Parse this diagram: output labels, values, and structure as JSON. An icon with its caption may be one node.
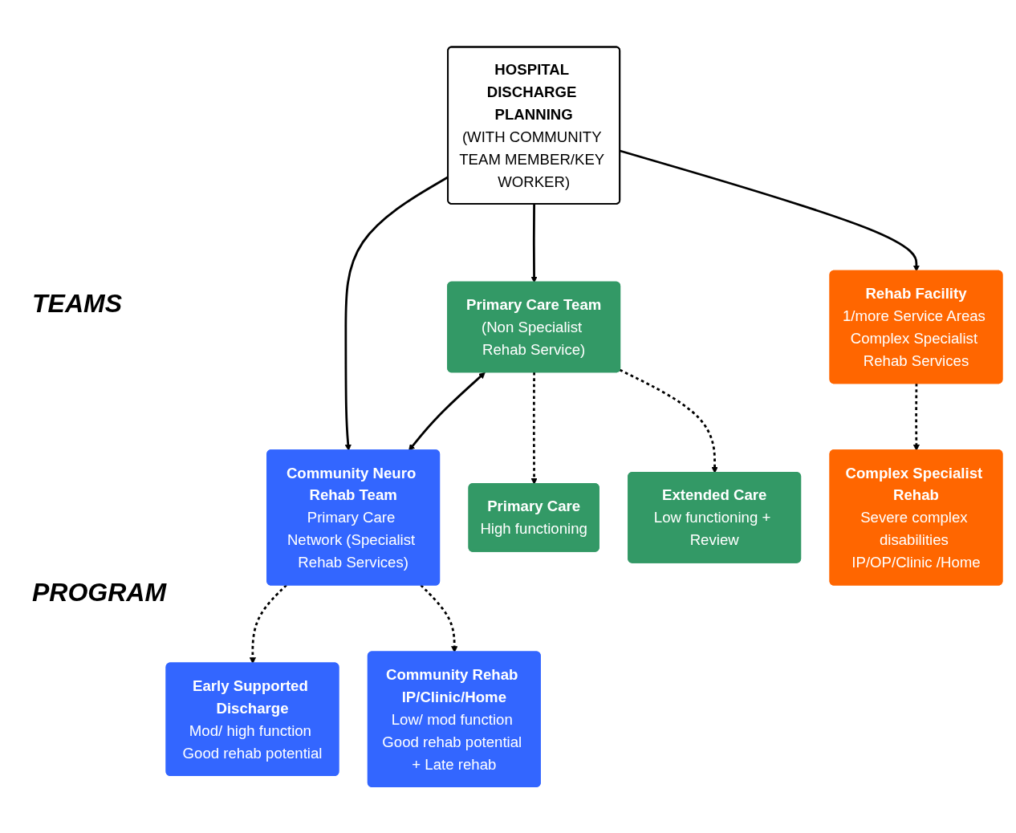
{
  "diagram": {
    "nodes": [
      {
        "text": [
          "HOSPITAL DISCHARGE PLANNING",
          "(WITH COMMUNITY TEAM MEMBER/KEY WORKER)"
        ]
      },
      {
        "text": [
          "Primary Care Team",
          "(Non Specialist Rehab Service)"
        ]
      },
      {
        "text": [
          "Community Neuro Rehab Team",
          "Primary Care Network (Specialist Rehab Services)"
        ]
      },
      {
        "text": [
          "Rehab Facility",
          "1/more Service Areas Complex Specialist Rehab Services"
        ]
      },
      {
        "text": [
          "Primary Care",
          "High functioning"
        ]
      },
      {
        "text": [
          "Extended Care",
          "Low functioning + Review"
        ]
      },
      {
        "text": [
          "Early Supported Discharge",
          "Mod/ high function Good rehab potential"
        ]
      },
      {
        "text": [
          "Community Rehab IP/Clinic/Home",
          "Low/ mod function Good rehab potential + Late rehab"
        ]
      },
      {
        "text": [
          "Complex Specialist Rehab",
          "Severe complex disabilities IP/OP/Clinic /Home"
        ]
      }
    ],
    "edges": [
      {
        "from": 0,
        "to": 1,
        "arrow": "to"
      },
      {
        "from": 0,
        "to": 2,
        "arrow": "to"
      },
      {
        "from": 0,
        "to": 3,
        "arrow": "to"
      },
      {
        "from": 1,
        "to": 2,
        "arrow": "both"
      },
      {
        "from": 1,
        "to": 4,
        "arrow": "to",
        "style": "dashed"
      },
      {
        "from": 1,
        "to": 5,
        "arrow": "to",
        "style": "dashed"
      },
      {
        "from": 2,
        "to": 6,
        "arrow": "to",
        "style": "dashed"
      },
      {
        "from": 2,
        "to": 7,
        "arrow": "to",
        "style": "dashed"
      },
      {
        "from": 3,
        "to": 8,
        "arrow": "to",
        "style": "dashed"
      }
    ],
    "labels": [
      "TEAMS",
      "PROGRAM"
    ]
  }
}
